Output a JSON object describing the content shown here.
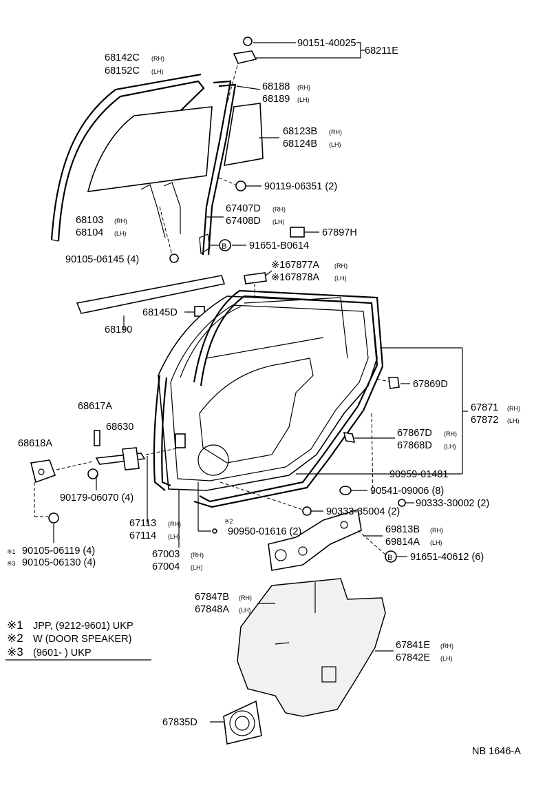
{
  "labels": {
    "p90151": "90151-40025",
    "p68211E": "68211E",
    "p68142C": "68142C",
    "p68152C": "68152C",
    "p68188": "68188",
    "p68189": "68189",
    "p68123B": "68123B",
    "p68124B": "68124B",
    "p90119": "90119-06351 (2)",
    "p68103": "68103",
    "p68104": "68104",
    "p67407D": "67407D",
    "p67408D": "67408D",
    "p67897H": "67897H",
    "p91651B": "91651-B0614",
    "p90105_4": "90105-06145 (4)",
    "p167877A": "※167877A",
    "p167878A": "※167878A",
    "p68145D": "68145D",
    "p68190": "68190",
    "p67869D": "67869D",
    "p67871": "67871",
    "p67872": "67872",
    "p68617A": "68617A",
    "p68630": "68630",
    "p68618A": "68618A",
    "p67867D": "67867D",
    "p67868D": "67868D",
    "p90959": "90959-01481",
    "p90179": "90179-06070 (4)",
    "p90541": "90541-09006 (8)",
    "p90333_30002": "90333-30002 (2)",
    "p90333_35004": "90333-35004 (2)",
    "p67113": "67113",
    "p67114": "67114",
    "p90950": "90950-01616 (2)",
    "p69813B": "69813B",
    "p69814A": "69814A",
    "p91651_40612": "91651-40612 (6)",
    "p90105_06119": "90105-06119 (4)",
    "p90105_06130": "90105-06130 (4)",
    "p67003": "67003",
    "p67004": "67004",
    "p67847B": "67847B",
    "p67848A": "67848A",
    "p67841E": "67841E",
    "p67842E": "67842E",
    "p67835D": "67835D",
    "rh": "(RH)",
    "lh": "(LH)",
    "ref1": "※1",
    "ref2": "※2",
    "ref3": "※3",
    "b_mark": "B"
  },
  "notes": [
    {
      "mark": "※1",
      "text": "JPP, (9212-9601) UKP"
    },
    {
      "mark": "※2",
      "text": "W (DOOR SPEAKER)"
    },
    {
      "mark": "※3",
      "text": "(9601-        ) UKP"
    }
  ],
  "code": "NB 1646-A"
}
